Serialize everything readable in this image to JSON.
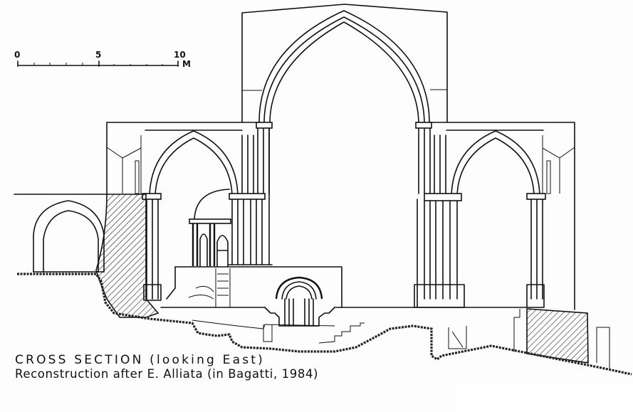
{
  "caption": {
    "title": "CROSS SECTION (looking East)",
    "credit": "Reconstruction after E. Alliata (in Bagatti, 1984)"
  },
  "scale_bar": {
    "labels": [
      "0",
      "5",
      "10"
    ],
    "unit": "M"
  },
  "colors": {
    "ink": "#111111",
    "paper": "#fdfdfd"
  }
}
